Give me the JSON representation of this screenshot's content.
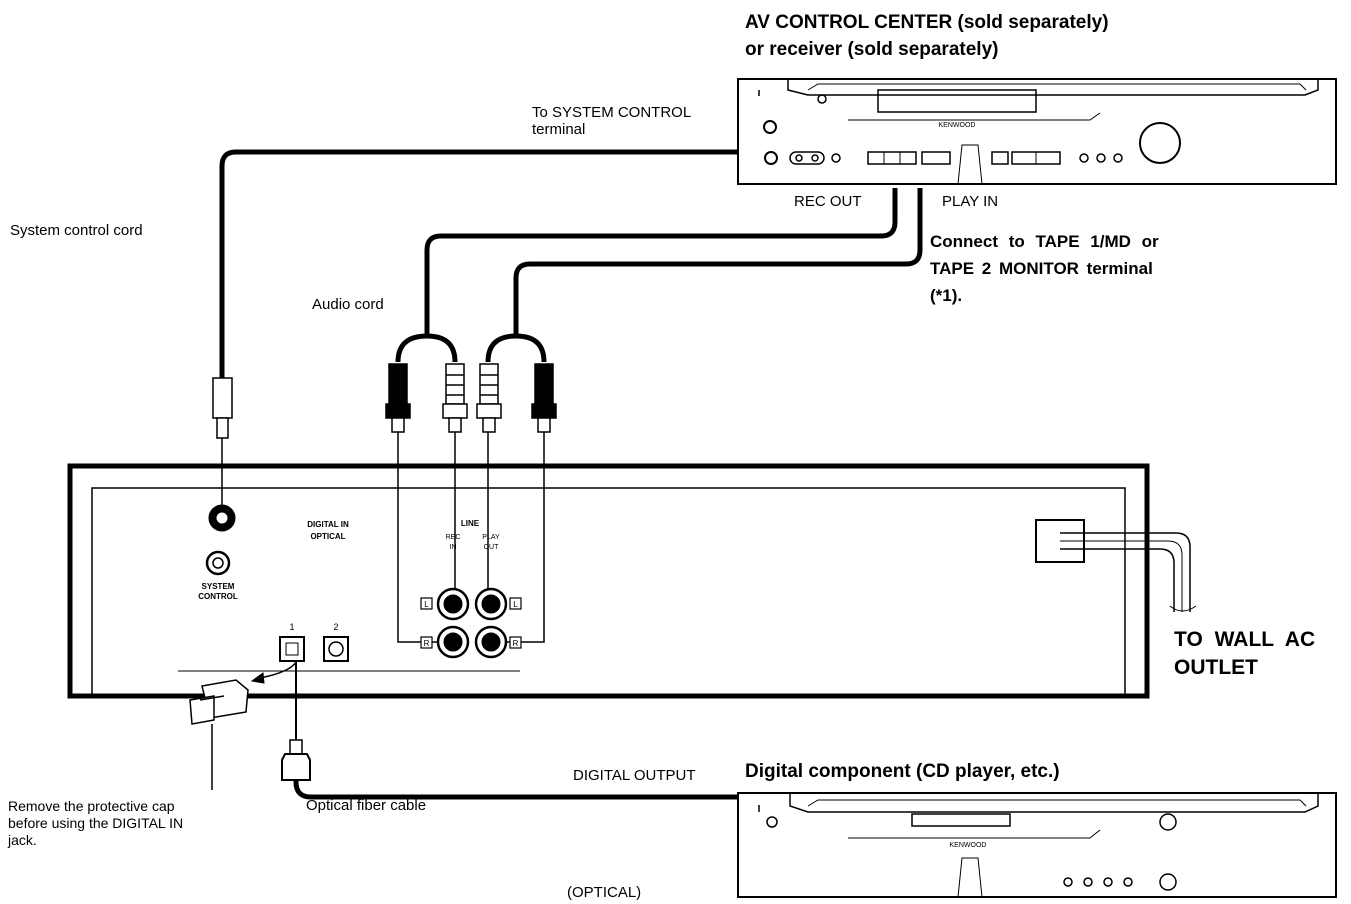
{
  "receiver": {
    "title_line1": "AV CONTROL CENTER (sold separately)",
    "title_line2": "or receiver (sold separately)",
    "brand": "KENWOOD"
  },
  "labels": {
    "to_system_control_1": "To SYSTEM CONTROL",
    "to_system_control_2": "terminal",
    "rec_out": "REC OUT",
    "play_in": "PLAY IN",
    "connect_line1": "Connect to TAPE 1/MD or",
    "connect_line2": "TAPE 2 MONITOR terminal",
    "connect_line3": "(*1).",
    "system_control_cord": "System control cord",
    "audio_cord": "Audio cord",
    "to_wall_line1": "TO WALL AC",
    "to_wall_line2": "OUTLET",
    "remove_cap_1": "Remove the protective cap",
    "remove_cap_2": "before using the DIGITAL IN",
    "remove_cap_3": "jack.",
    "optical_fiber": "Optical fiber cable",
    "digital_output": "DIGITAL OUTPUT",
    "optical": "(OPTICAL)"
  },
  "panel": {
    "digital_in": "DIGITAL IN",
    "optical": "OPTICAL",
    "line": "LINE",
    "rec": "REC",
    "in": "IN",
    "play": "PLAY",
    "out": "OUT",
    "system": "SYSTEM",
    "control": "CONTROL",
    "jack1": "1",
    "jack2": "2",
    "L": "L",
    "R": "R"
  },
  "digital_component": {
    "title": "Digital component (CD player, etc.)",
    "brand": "KENWOOD"
  }
}
